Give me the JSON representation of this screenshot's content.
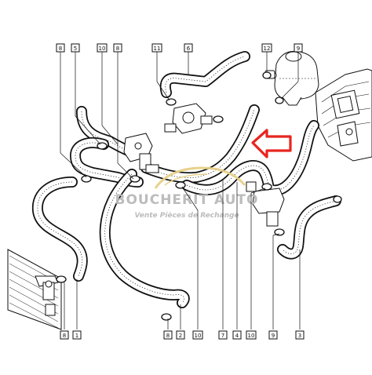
{
  "callouts": {
    "top": [
      "8",
      "5",
      "10",
      "8",
      "11",
      "6",
      "12",
      "9"
    ],
    "bottom": [
      "8",
      "1",
      "8",
      "2",
      "10",
      "7",
      "4",
      "10",
      "9",
      "3"
    ]
  },
  "watermark": {
    "brand": "BOUCHERIT AUTO",
    "tagline": "Vente Pièces de Rechange"
  },
  "colors": {
    "line": "#111111",
    "arrow": "#e8251f",
    "watermark_text": "#b9b9b9",
    "watermark_car": "#e7cf86"
  },
  "icons": [
    "red-arrow-icon",
    "car-silhouette-icon"
  ]
}
